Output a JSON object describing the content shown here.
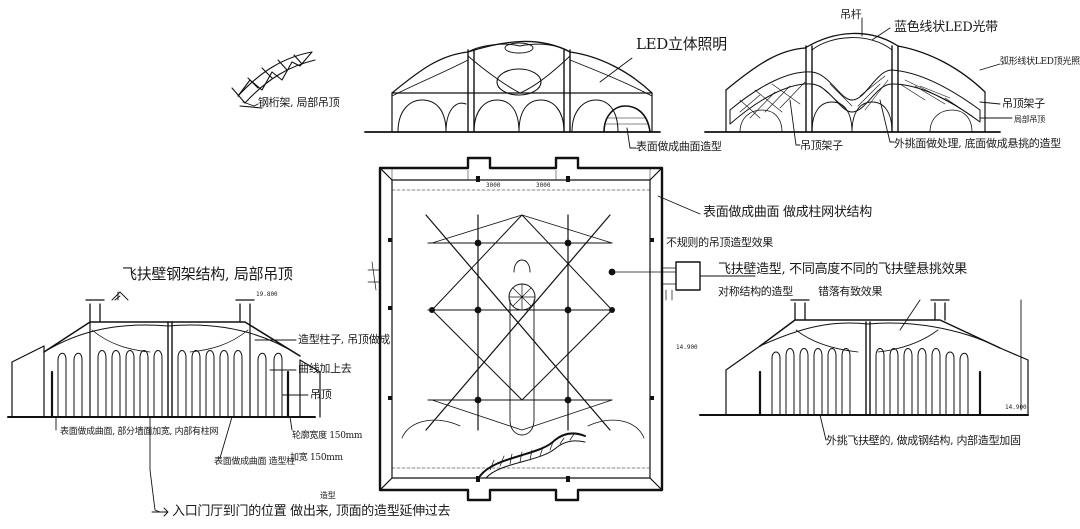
{
  "annotations": {
    "truss_detail": "钢桁架, 局部吊顶",
    "led_lighting": "LED立体照明",
    "blue_led_strip": "蓝色线状LED光带",
    "top_mark": "吊杆",
    "steel_shelf_lamps": "弧形线状LED顶光照明",
    "ceiling_frame": "吊顶架子",
    "side_hint": "局部吊顶",
    "ceiling_frame_bottom": "吊顶架子",
    "bottom_right_note": "外挑面做处理, 底面做成悬挑的造型",
    "left_curve": "表面做成曲面造型",
    "plan_note_1": "表面做成曲面 做成柱网状结构",
    "plan_note_2": "不规则的吊顶造型效果",
    "plan_note_3": "飞扶壁造型, 不同高度不同的飞扶壁悬挑效果",
    "plan_note_4": "对称结构的造型",
    "plan_note_5": "错落有致效果",
    "left_title": "飞扶壁钢架结构, 局部吊顶",
    "left_side_1": "造型柱子, 吊顶做成",
    "left_side_2": "曲线加上去",
    "left_side_3": "吊顶",
    "left_bottom_1": "表面做成曲面, 部分墙面加宽, 内部有柱网",
    "left_bottom_2": "表面做成曲面 造型柱",
    "left_bottom_3": "轮廓宽度 150mm",
    "left_bottom_4": "加宽 150mm",
    "right_bottom": "外挑飞扶壁的, 做成钢结构, 内部造型加固",
    "bottom_main": "入口门厅到门的位置 做出来, 顶面的造型延伸过去",
    "bottom_small": "造型"
  },
  "dimensions": {
    "left_height": "19.800",
    "plan_height": "14.900",
    "right_height": "14.900",
    "plan_top_1": "3000",
    "plan_top_2": "3000"
  }
}
